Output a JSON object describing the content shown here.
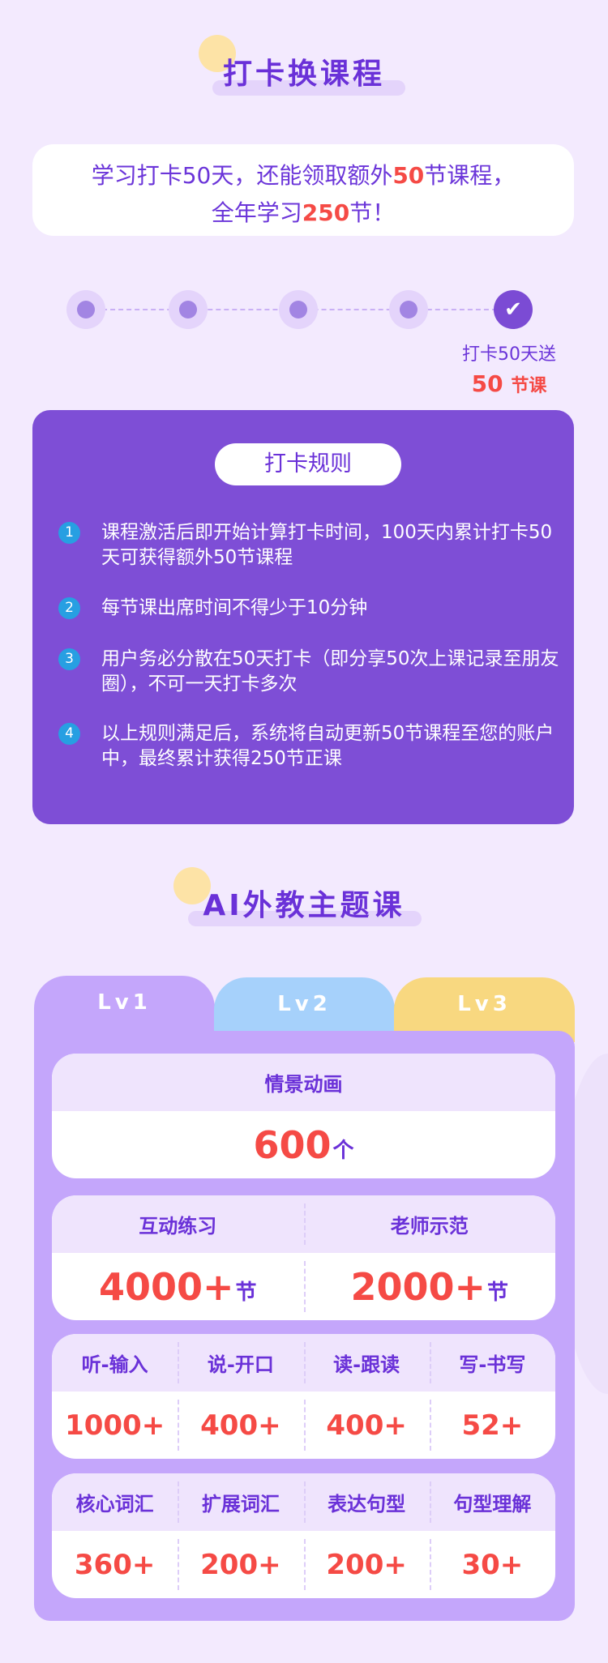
{
  "section1": {
    "title": "打卡换课程"
  },
  "intro": {
    "line1_a": "学习打卡50天，还能领取额外",
    "line1_b": "50",
    "line1_c": "节课程，",
    "line2_a": "全年学习",
    "line2_b": "250",
    "line2_c": "节！"
  },
  "steps": {
    "count": 5,
    "completed_index": 4,
    "icon": "check-icon"
  },
  "reward": {
    "line1": "打卡50天送",
    "num": "50",
    "unit": "节课"
  },
  "rules": {
    "title": "打卡规则",
    "items": [
      {
        "num": "1",
        "text": "课程激活后即开始计算打卡时间，100天内累计打卡50天可获得额外50节课程"
      },
      {
        "num": "2",
        "text": "每节课出席时间不得少于10分钟"
      },
      {
        "num": "3",
        "text": "用户务必分散在50天打卡（即分享50次上课记录至朋友圈），不可一天打卡多次"
      },
      {
        "num": "4",
        "text": "以上规则满足后，系统将自动更新50节课程至您的账户中，最终累计获得250节正课"
      }
    ]
  },
  "section2": {
    "title": "AI外教主题课"
  },
  "tabs": [
    {
      "label": "Lv1",
      "color": "#c4a6fb"
    },
    {
      "label": "Lv2",
      "color": "#a6d1fb"
    },
    {
      "label": "Lv3",
      "color": "#f8d880"
    }
  ],
  "cards": [
    {
      "cells": [
        {
          "label": "情景动画",
          "value": "600",
          "unit": "个"
        }
      ]
    },
    {
      "cells": [
        {
          "label": "互动练习",
          "value": "4000+",
          "unit": "节"
        },
        {
          "label": "老师示范",
          "value": "2000+",
          "unit": "节"
        }
      ]
    },
    {
      "cells": [
        {
          "label": "听-输入",
          "value": "1000+"
        },
        {
          "label": "说-开口",
          "value": "400+"
        },
        {
          "label": "读-跟读",
          "value": "400+"
        },
        {
          "label": "写-书写",
          "value": "52+"
        }
      ]
    },
    {
      "cells": [
        {
          "label": "核心词汇",
          "value": "360+"
        },
        {
          "label": "扩展词汇",
          "value": "200+"
        },
        {
          "label": "表达句型",
          "value": "200+"
        },
        {
          "label": "句型理解",
          "value": "30+"
        }
      ]
    }
  ]
}
